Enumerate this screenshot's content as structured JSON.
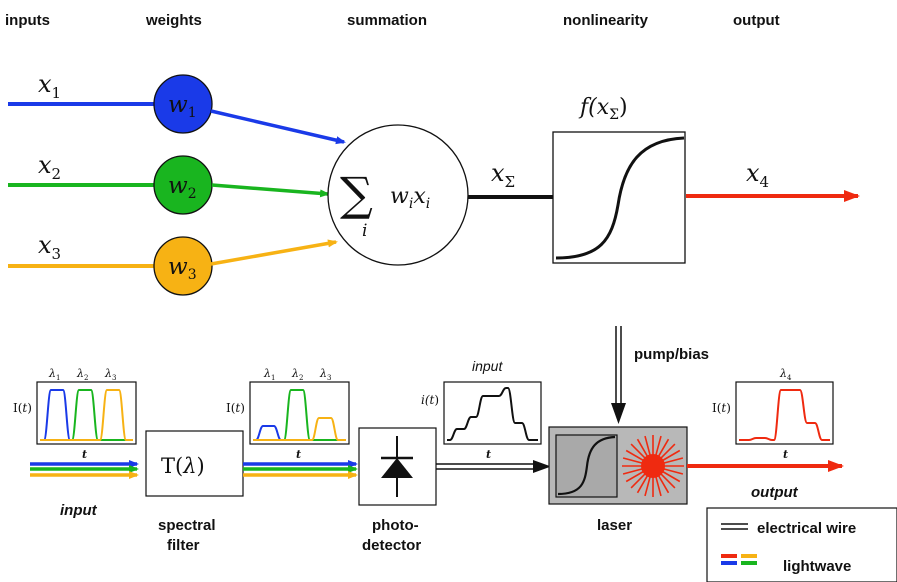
{
  "headers": {
    "inputs": "inputs",
    "weights": "weights",
    "summation": "summation",
    "nonlinearity": "nonlinearity",
    "output": "output"
  },
  "neuron": {
    "inputs": [
      "x",
      "x",
      "x"
    ],
    "input_subscripts": [
      "1",
      "2",
      "3"
    ],
    "weights": [
      "w",
      "w",
      "w"
    ],
    "weight_subscripts": [
      "1",
      "2",
      "3"
    ],
    "sum_symbol": "∑",
    "sum_index": "i",
    "sum_term": "w",
    "sum_term_sub": "i",
    "sum_term2": "x",
    "sum_term2_sub": "i",
    "sum_out": "x",
    "sum_out_sub": "Σ",
    "nonlinearity_fn": "f(x",
    "nonlinearity_fn_sub": "Σ",
    "nonlinearity_fn_close": ")",
    "output": "x",
    "output_sub": "4",
    "colors": {
      "x1": "#1a3ae8",
      "x2": "#19b51f",
      "x3": "#f7b214",
      "output": "#ef2a10"
    }
  },
  "photonic": {
    "plot_axis_I": "I(",
    "plot_axis_t": "t",
    "plot_axis_close": ")",
    "plot_axis_i": "i(",
    "lambda_labels": [
      "λ",
      "λ",
      "λ"
    ],
    "lambda_subs": [
      "1",
      "2",
      "3"
    ],
    "lambda_out": "λ",
    "lambda_out_sub": "4",
    "input_label": "input",
    "filter_symbol": "T(",
    "filter_lambda": "λ",
    "filter_close": ")",
    "filter_label_1": "spectral",
    "filter_label_2": "filter",
    "detector_label_1": "photo-",
    "detector_label_2": "detector",
    "detector_plot_title": "input",
    "pump_label": "pump/bias",
    "laser_label": "laser",
    "output_label": "output"
  },
  "legend": {
    "electrical": "electrical wire",
    "lightwave": "lightwave"
  }
}
